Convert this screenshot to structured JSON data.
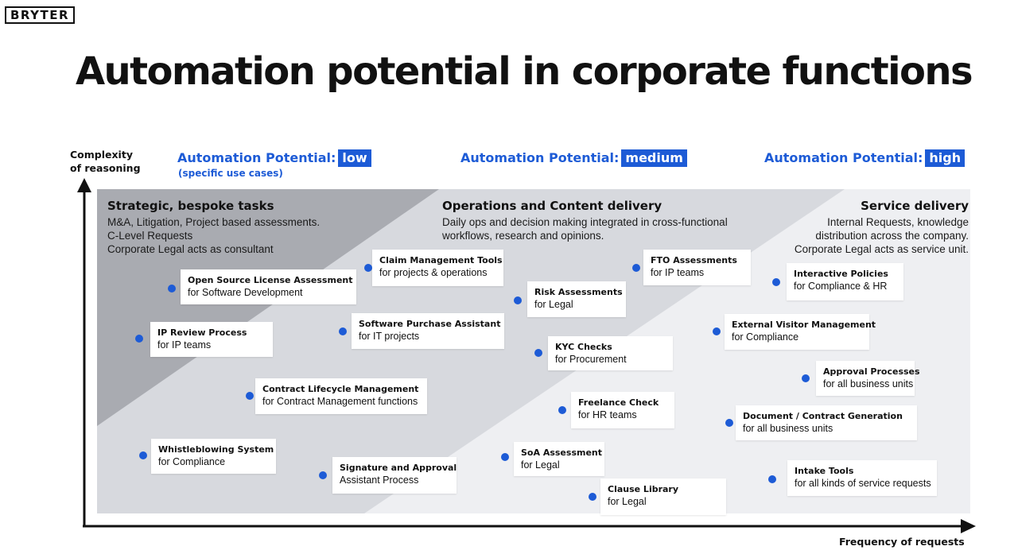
{
  "logo": "BRYTER",
  "title": "Automation potential in corporate functions",
  "y_axis_label": [
    "Complexity",
    "of reasoning"
  ],
  "x_axis_label": "Frequency of requests",
  "potentials": [
    {
      "label": "Automation Potential:",
      "level": "low",
      "note": "(specific use cases)"
    },
    {
      "label": "Automation Potential:",
      "level": "medium"
    },
    {
      "label": "Automation Potential:",
      "level": "high"
    }
  ],
  "zones": [
    {
      "heading": "Strategic, bespoke tasks",
      "lines": [
        "M&A, Litigation, Project based assessments.",
        "C-Level Requests",
        "Corporate Legal acts as consultant"
      ]
    },
    {
      "heading": "Operations and Content delivery",
      "lines": [
        "Daily ops and decision making integrated in cross-functional",
        "workflows, research and opinions."
      ]
    },
    {
      "heading": "Service delivery",
      "lines": [
        "Internal Requests, knowledge",
        "distribution across the company.",
        "Corporate Legal acts as service unit."
      ]
    }
  ],
  "use_cases": [
    {
      "title": "Open Source License Assessment",
      "subtitle": "for Software Development"
    },
    {
      "title": "IP Review Process",
      "subtitle": "for IP teams"
    },
    {
      "title": "Contract Lifecycle Management",
      "subtitle": "for Contract Management functions"
    },
    {
      "title": "Whistleblowing System",
      "subtitle": "for Compliance"
    },
    {
      "title": "Claim Management Tools",
      "subtitle": "for projects & operations"
    },
    {
      "title": "Software Purchase Assistant",
      "subtitle": "for IT projects"
    },
    {
      "title": "Signature and Approval",
      "subtitle": "Assistant Process"
    },
    {
      "title": "Risk Assessments",
      "subtitle": "for Legal"
    },
    {
      "title": "KYC Checks",
      "subtitle": "for Procurement"
    },
    {
      "title": "Freelance Check",
      "subtitle": "for HR teams"
    },
    {
      "title": "SoA Assessment",
      "subtitle": "for Legal"
    },
    {
      "title": "Clause Library",
      "subtitle": "for Legal"
    },
    {
      "title": "FTO Assessments",
      "subtitle": "for IP teams"
    },
    {
      "title": "Interactive Policies",
      "subtitle": "for Compliance & HR"
    },
    {
      "title": "External Visitor  Management",
      "subtitle": "for Compliance"
    },
    {
      "title": "Approval Processes",
      "subtitle": "for all business units"
    },
    {
      "title": "Document / Contract Generation",
      "subtitle": "for all business units"
    },
    {
      "title": "Intake Tools",
      "subtitle": "for all kinds of service requests"
    }
  ],
  "colors": {
    "accent": "#1d5bd6",
    "zone_dark": "#a9abb1",
    "zone_mid": "#d7d9de",
    "zone_light": "#eeeff2"
  }
}
